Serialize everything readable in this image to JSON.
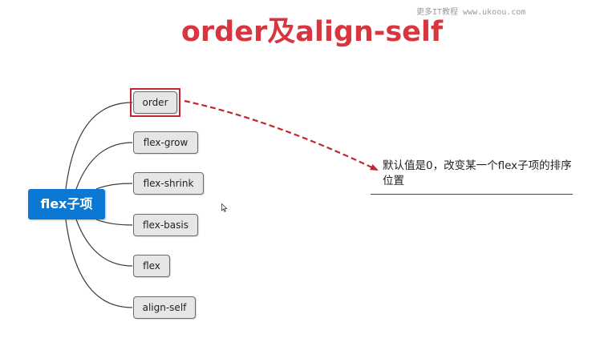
{
  "watermark": "更多IT教程 www.ukoou.com",
  "title": "order及align-self",
  "root": {
    "label": "flex子项"
  },
  "children": [
    {
      "label": "order"
    },
    {
      "label": "flex-grow"
    },
    {
      "label": "flex-shrink"
    },
    {
      "label": "flex-basis"
    },
    {
      "label": "flex"
    },
    {
      "label": "align-self"
    }
  ],
  "note": {
    "text": "默认值是0，改变某一个flex子项的排序位置"
  },
  "colors": {
    "title": "#d8353f",
    "root_fill": "#0b78d4",
    "highlight": "#c0262d",
    "node_fill": "#e6e6e6"
  }
}
